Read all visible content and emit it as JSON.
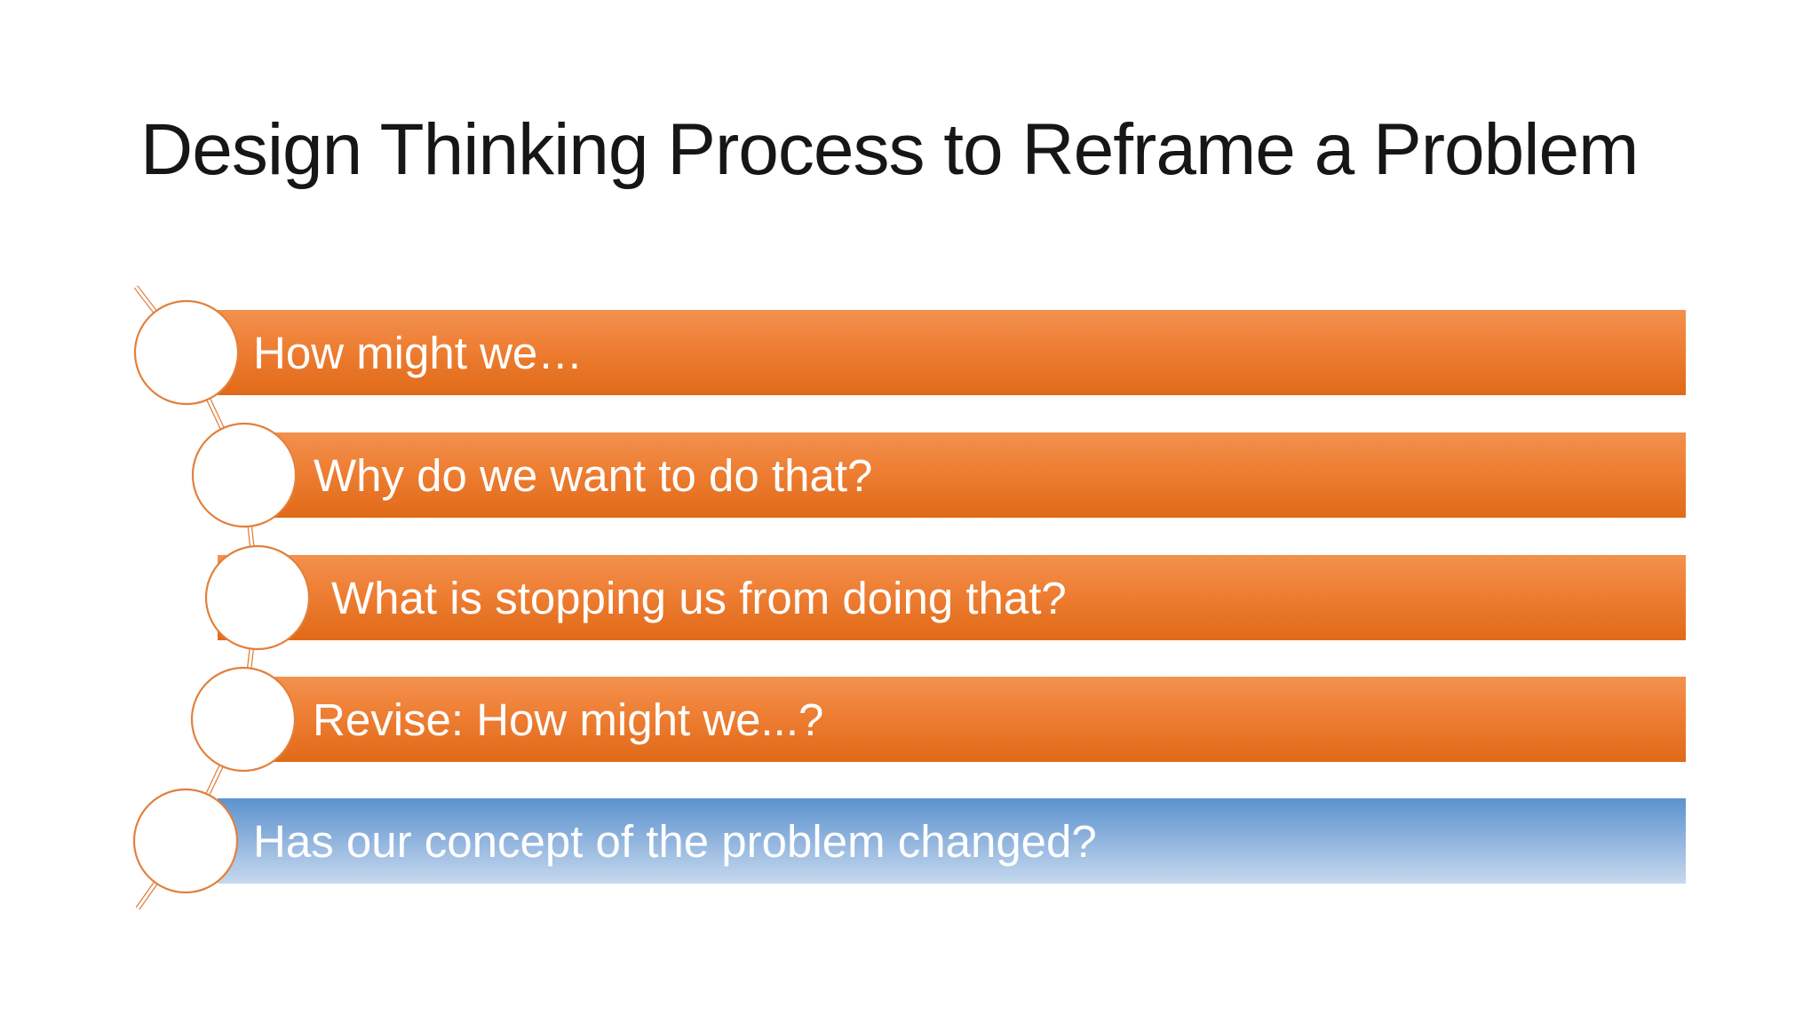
{
  "slide": {
    "title": "Design Thinking Process to Reframe a Problem"
  },
  "steps": [
    {
      "label": "How might we…",
      "color": "orange"
    },
    {
      "label": "Why do we want to do that?",
      "color": "orange"
    },
    {
      "label": "What is stopping us from doing that?",
      "color": "orange"
    },
    {
      "label": "Revise: How might we...?",
      "color": "orange"
    },
    {
      "label": "Has our concept of the problem changed?",
      "color": "blue"
    }
  ],
  "colors": {
    "orange_gradient_top": "#F2914E",
    "orange_gradient_mid": "#EE7E33",
    "orange_gradient_bottom": "#E06A18",
    "blue_gradient_top": "#5B93CE",
    "blue_gradient_mid": "#8FB3DD",
    "blue_gradient_bottom": "#C6D9EE",
    "node_outline": "#E2803C",
    "bar_text": "#FFFFFF",
    "title_text": "#161616",
    "background": "#FFFFFF"
  }
}
